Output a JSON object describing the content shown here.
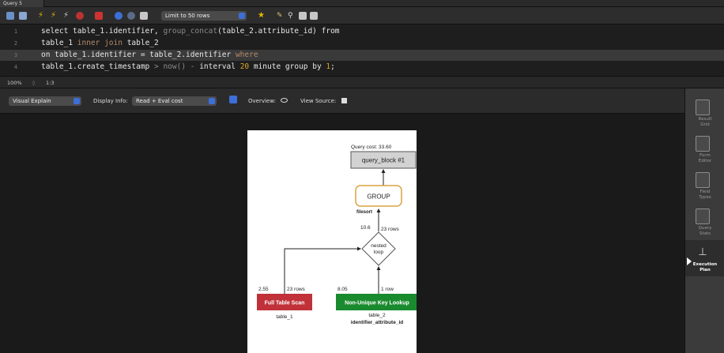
{
  "tab": {
    "title": "Query 5"
  },
  "toolbar": {
    "limit_label": "Limit to 50 rows"
  },
  "editor": {
    "lines": [
      {
        "num": "1",
        "code": [
          {
            "t": "select table_1.identifier, ",
            "c": "plain"
          },
          {
            "t": "group_concat",
            "c": "fn"
          },
          {
            "t": "(table_2.attribute_id) ",
            "c": "plain"
          },
          {
            "t": "from",
            "c": "plain"
          }
        ]
      },
      {
        "num": "2",
        "code": [
          {
            "t": "table_1 ",
            "c": "plain"
          },
          {
            "t": "inner join",
            "c": "kw"
          },
          {
            "t": " table_2",
            "c": "plain"
          }
        ]
      },
      {
        "num": "3",
        "code": [
          {
            "t": "on table_1.identifier = table_2.identifier ",
            "c": "plain"
          },
          {
            "t": "where",
            "c": "kw"
          }
        ]
      },
      {
        "num": "4",
        "code": [
          {
            "t": "table_1.create_timestamp ",
            "c": "plain"
          },
          {
            "t": "> now() - ",
            "c": "fn"
          },
          {
            "t": "interval ",
            "c": "plain"
          },
          {
            "t": "20",
            "c": "num"
          },
          {
            "t": " minute ",
            "c": "plain"
          },
          {
            "t": "group by ",
            "c": "plain"
          },
          {
            "t": "1",
            "c": "num"
          },
          {
            "t": ";",
            "c": "plain"
          }
        ]
      }
    ]
  },
  "status": {
    "zoom": "100%",
    "position": "1:3"
  },
  "explain": {
    "view_select": "Visual Explain",
    "display_info_label": "Display Info:",
    "display_info_select": "Read + Eval cost",
    "overview_label": "Overview:",
    "view_source_label": "View Source:"
  },
  "plan": {
    "query_cost_label": "Query cost: 33.60",
    "query_block_label": "query_block #1",
    "group_label": "GROUP",
    "filesort_label": "filesort",
    "nested_loop_cost": "10.6",
    "nested_loop_rows": "23 rows",
    "nested_loop_label_1": "nested",
    "nested_loop_label_2": "loop",
    "scan_cost": "2.55",
    "scan_rows": "23 rows",
    "scan_label": "Full Table Scan",
    "scan_table": "table_1",
    "lookup_cost": "8.05",
    "lookup_rows": "1 row",
    "lookup_label": "Non-Unique Key Lookup",
    "lookup_table": "table_2",
    "lookup_index": "identifier_attribute_id"
  },
  "side_panel": [
    {
      "label_1": "Result",
      "label_2": "Grid",
      "icon": "result-grid-icon"
    },
    {
      "label_1": "Form",
      "label_2": "Editor",
      "icon": "form-editor-icon"
    },
    {
      "label_1": "Field",
      "label_2": "Types",
      "icon": "field-types-icon"
    },
    {
      "label_1": "Query",
      "label_2": "Stats",
      "icon": "query-stats-icon"
    },
    {
      "label_1": "Execution",
      "label_2": "Plan",
      "icon": "execution-plan-icon"
    }
  ],
  "colors": {
    "scan_red": "#c0313a",
    "lookup_green": "#1a8a2e",
    "group_border": "#d9a441",
    "select_blue": "#3d6fd8"
  }
}
